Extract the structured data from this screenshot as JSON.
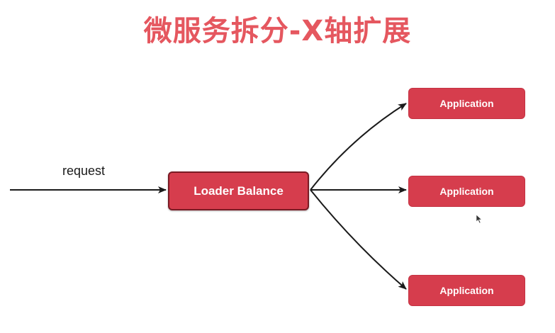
{
  "title": "微服务拆分-X轴扩展",
  "request_label": "request",
  "load_balancer": {
    "label": "Loader Balance"
  },
  "applications": [
    {
      "label": "Application"
    },
    {
      "label": "Application"
    },
    {
      "label": "Application"
    }
  ],
  "colors": {
    "title": "#e5575f",
    "box_fill": "#d63d4d",
    "box_border": "#7a1b24",
    "arrow": "#1a1a1a"
  }
}
